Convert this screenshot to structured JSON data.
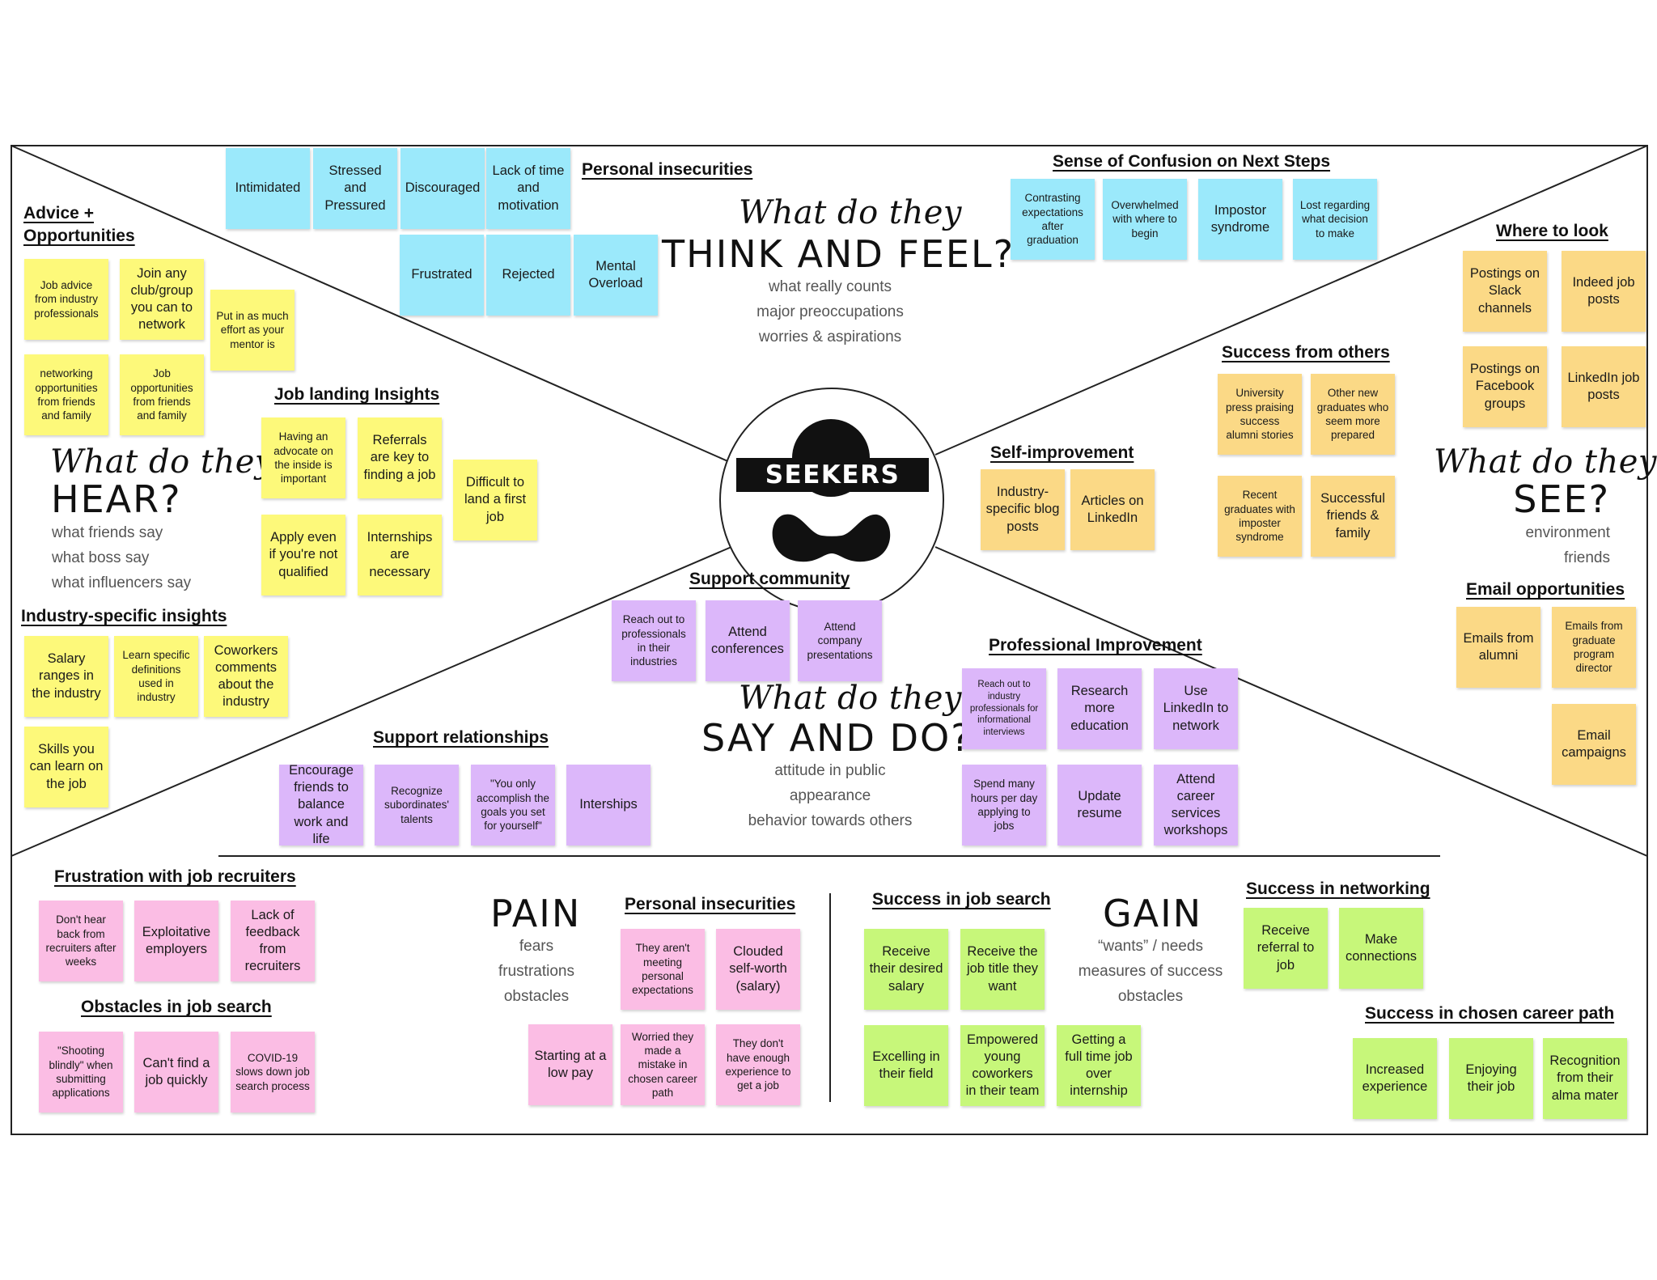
{
  "center": {
    "label": "SEEKERS"
  },
  "quadrants": {
    "think": {
      "script": "What do they",
      "title": "THINK AND FEEL?",
      "lines": [
        "what really counts",
        "major preoccupations",
        "worries & aspirations"
      ]
    },
    "hear": {
      "script": "What do they",
      "title": "HEAR?",
      "lines": [
        "what friends say",
        "what boss say",
        "what influencers say"
      ]
    },
    "see": {
      "script": "What do they",
      "title": "SEE?",
      "lines": [
        "environment",
        "friends"
      ]
    },
    "say": {
      "script": "What do they",
      "title": "SAY AND DO?",
      "lines": [
        "attitude in public",
        "appearance",
        "behavior towards others"
      ]
    },
    "pain": {
      "title": "PAIN",
      "lines": [
        "fears",
        "frustrations",
        "obstacles"
      ]
    },
    "gain": {
      "title": "GAIN",
      "lines": [
        "“wants” / needs",
        "measures of success",
        "obstacles"
      ]
    }
  },
  "groups": {
    "personal_insecurities_top": {
      "label": "Personal insecurities",
      "notes": [
        "Intimidated",
        "Stressed and Pressured",
        "Discouraged",
        "Lack of time and motivation",
        "Frustrated",
        "Rejected",
        "Mental Overload"
      ]
    },
    "confusion": {
      "label": "Sense of Confusion on Next Steps",
      "notes": [
        "Contrasting expectations after graduation",
        "Overwhelmed with where to begin",
        "Impostor syndrome",
        "Lost regarding what decision to make"
      ]
    },
    "advice": {
      "label": "Advice + Opportunities",
      "notes": [
        "Job advice from industry professionals",
        "Join any club/group you can to network",
        "Put in as much effort as your mentor is",
        "networking opportunities from friends and family",
        "Job opportunities from friends and family"
      ]
    },
    "job_landing": {
      "label": "Job landing Insights",
      "notes": [
        "Having an advocate on the inside is important",
        "Referrals are key to finding a job",
        "Difficult to land a first job",
        "Apply even if you're not qualified",
        "Internships are necessary"
      ]
    },
    "industry": {
      "label": "Industry-specific insights",
      "notes": [
        "Salary ranges in the industry",
        "Learn specific definitions used in industry",
        "Coworkers comments about the industry",
        "Skills you can learn on the job"
      ]
    },
    "where": {
      "label": "Where to look",
      "notes": [
        "Postings on Slack channels",
        "Indeed job posts",
        "Postings on Facebook groups",
        "LinkedIn job posts"
      ]
    },
    "success_others": {
      "label": "Success from others",
      "notes": [
        "University press praising success alumni stories",
        "Other new graduates who seem more prepared",
        "Recent graduates with imposter syndrome",
        "Successful friends & family"
      ]
    },
    "self_improvement": {
      "label": "Self-improvement",
      "notes": [
        "Industry-specific blog posts",
        "Articles on LinkedIn"
      ]
    },
    "email": {
      "label": "Email opportunities",
      "notes": [
        "Emails from alumni",
        "Emails from graduate program director",
        "Email campaigns"
      ]
    },
    "support_community": {
      "label": "Support community",
      "notes": [
        "Reach out to professionals in their industries",
        "Attend conferences",
        "Attend company presentations"
      ]
    },
    "professional": {
      "label": "Professional Improvement",
      "notes": [
        "Reach out to industry professionals for informational interviews",
        "Research more education",
        "Use LinkedIn to network",
        "Spend many hours per day applying to jobs",
        "Update resume",
        "Attend career services workshops"
      ]
    },
    "support_relationships": {
      "label": "Support relationships",
      "notes": [
        "Encourage friends to balance work and life",
        "Recognize subordinates' talents",
        "\"You only accomplish the goals you set for yourself\"",
        "Interships"
      ]
    },
    "frustration": {
      "label": "Frustration with job recruiters",
      "notes": [
        "Don't hear back from recruiters after weeks",
        "Exploitative employers",
        "Lack of feedback from recruiters"
      ]
    },
    "obstacles": {
      "label": "Obstacles in job search",
      "notes": [
        "\"Shooting blindly\" when submitting applications",
        "Can't find a job quickly",
        "COVID-19 slows down job search process"
      ]
    },
    "personal_insecurities_bottom": {
      "label": "Personal insecurities",
      "notes": [
        "They aren't meeting personal expectations",
        "Clouded self-worth (salary)",
        "Starting at a low pay",
        "Worried they made a mistake in chosen career path",
        "They don't have enough experience to get a job"
      ]
    },
    "success_job_search": {
      "label": "Success in job search",
      "notes": [
        "Receive their desired salary",
        "Receive the job title they want",
        "Excelling in their field",
        "Empowered young coworkers in their team",
        "Getting a full time job over internship"
      ]
    },
    "success_networking": {
      "label": "Success in networking",
      "notes": [
        "Receive referral to job",
        "Make connections"
      ]
    },
    "success_career": {
      "label": "Success in chosen career path",
      "notes": [
        "Increased experience",
        "Enjoying their job",
        "Recognition from their alma mater"
      ]
    }
  },
  "colors": {
    "feel": "#9be9fb",
    "hear": "#fdf97a",
    "see": "#fbd986",
    "say": "#dcb7fa",
    "pain": "#fbbde4",
    "gain": "#c7f77a"
  }
}
